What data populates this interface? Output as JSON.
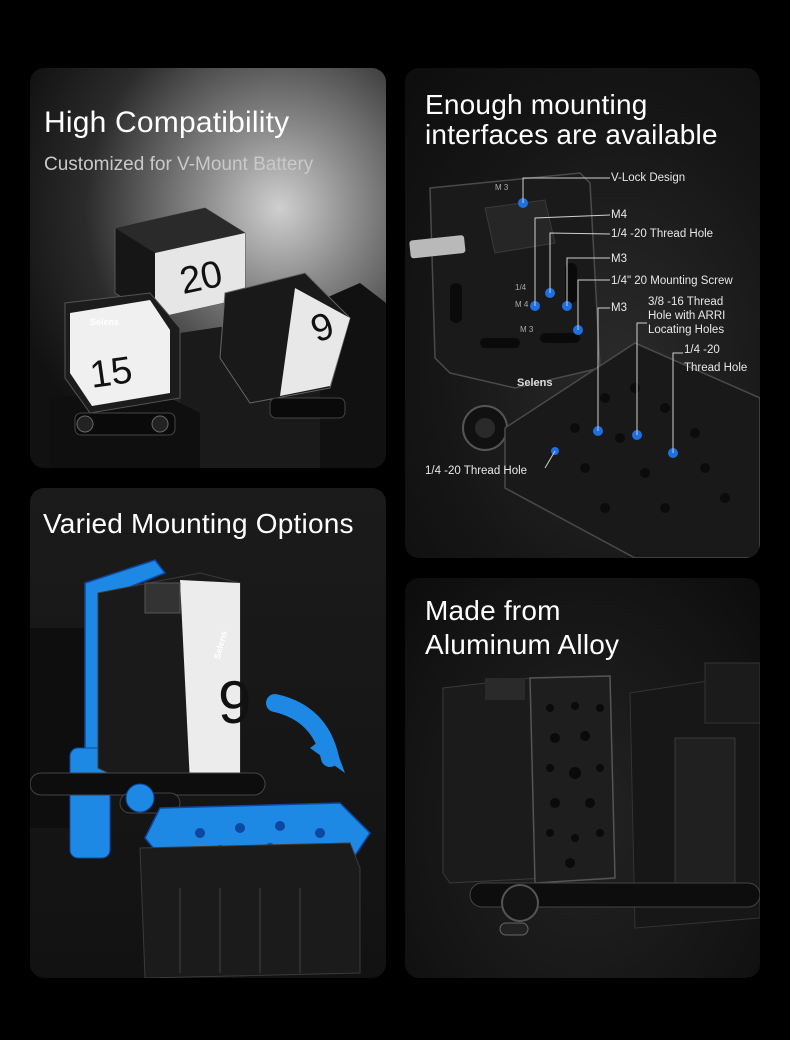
{
  "panels": {
    "compatibility": {
      "title": "High Compatibility",
      "subtitle": "Customized for V-Mount Battery",
      "battery_brand": "Selens",
      "battery_numbers": [
        "20",
        "15",
        "9"
      ]
    },
    "interfaces": {
      "title_line1": "Enough mounting",
      "title_line2": "interfaces are available",
      "plate_marks": [
        "M 3",
        "1/4",
        "M 4",
        "M 3"
      ],
      "brand": "Selens",
      "callouts": {
        "vlock": "V-Lock Design",
        "m4": "M4",
        "thread_quarter_20": "1/4 -20 Thread Hole",
        "m3_a": "M3",
        "mounting_screw": "1/4\" 20 Mounting Screw",
        "m3_b": "M3",
        "arri_line1": "3/8 -16 Thread",
        "arri_line2": "Hole with ARRI",
        "arri_line3": "Locating Holes",
        "quarter_20_line1": "1/4 -20",
        "quarter_20_line2": "Thread Hole",
        "bottom_thread": "1/4 -20 Thread Hole"
      },
      "accent_color": "#1e6fe0"
    },
    "mounting": {
      "title": "Varied Mounting Options",
      "battery_brand": "Selens",
      "battery_number": "9",
      "accent_color": "#1e88e5"
    },
    "material": {
      "title_line1": "Made from",
      "title_line2": "Aluminum Alloy"
    }
  }
}
